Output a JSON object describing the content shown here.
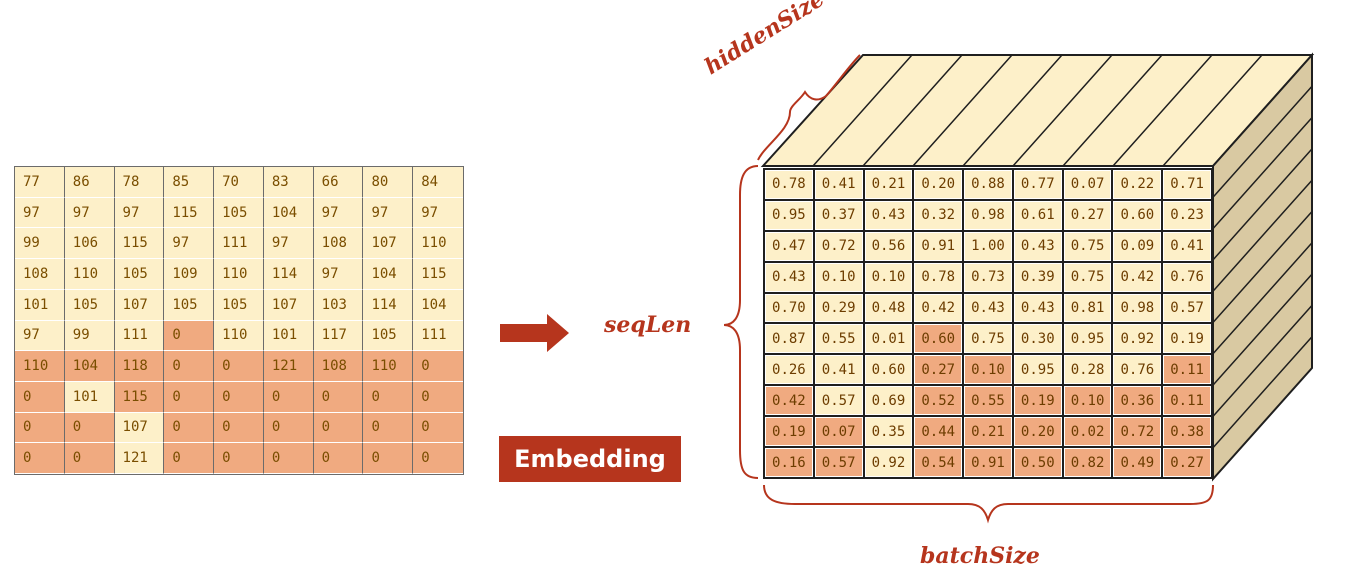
{
  "input_grid": {
    "rows": [
      [
        "77",
        "86",
        "78",
        "85",
        "70",
        "83",
        "66",
        "80",
        "84"
      ],
      [
        "97",
        "97",
        "97",
        "115",
        "105",
        "104",
        "97",
        "97",
        "97"
      ],
      [
        "99",
        "106",
        "115",
        "97",
        "111",
        "97",
        "108",
        "107",
        "110"
      ],
      [
        "108",
        "110",
        "105",
        "109",
        "110",
        "114",
        "97",
        "104",
        "115"
      ],
      [
        "101",
        "105",
        "107",
        "105",
        "105",
        "107",
        "103",
        "114",
        "104"
      ],
      [
        "97",
        "99",
        "111",
        "0",
        "110",
        "101",
        "117",
        "105",
        "111"
      ],
      [
        "110",
        "104",
        "118",
        "0",
        "0",
        "121",
        "108",
        "110",
        "0"
      ],
      [
        "0",
        "101",
        "115",
        "0",
        "0",
        "0",
        "0",
        "0",
        "0"
      ],
      [
        "0",
        "0",
        "107",
        "0",
        "0",
        "0",
        "0",
        "0",
        "0"
      ],
      [
        "0",
        "0",
        "121",
        "0",
        "0",
        "0",
        "0",
        "0",
        "0"
      ]
    ],
    "padding_mask": [
      [
        0,
        0,
        0,
        0,
        0,
        0,
        0,
        0,
        0
      ],
      [
        0,
        0,
        0,
        0,
        0,
        0,
        0,
        0,
        0
      ],
      [
        0,
        0,
        0,
        0,
        0,
        0,
        0,
        0,
        0
      ],
      [
        0,
        0,
        0,
        0,
        0,
        0,
        0,
        0,
        0
      ],
      [
        0,
        0,
        0,
        0,
        0,
        0,
        0,
        0,
        0
      ],
      [
        0,
        0,
        0,
        1,
        0,
        0,
        0,
        0,
        0
      ],
      [
        1,
        1,
        1,
        1,
        1,
        1,
        1,
        1,
        1
      ],
      [
        1,
        0,
        1,
        1,
        1,
        1,
        1,
        1,
        1
      ],
      [
        1,
        1,
        0,
        1,
        1,
        1,
        1,
        1,
        1
      ],
      [
        1,
        1,
        0,
        1,
        1,
        1,
        1,
        1,
        1
      ]
    ]
  },
  "embedding_tensor": {
    "front_face": [
      [
        "0.78",
        "0.41",
        "0.21",
        "0.20",
        "0.88",
        "0.77",
        "0.07",
        "0.22",
        "0.71"
      ],
      [
        "0.95",
        "0.37",
        "0.43",
        "0.32",
        "0.98",
        "0.61",
        "0.27",
        "0.60",
        "0.23"
      ],
      [
        "0.47",
        "0.72",
        "0.56",
        "0.91",
        "1.00",
        "0.43",
        "0.75",
        "0.09",
        "0.41"
      ],
      [
        "0.43",
        "0.10",
        "0.10",
        "0.78",
        "0.73",
        "0.39",
        "0.75",
        "0.42",
        "0.76"
      ],
      [
        "0.70",
        "0.29",
        "0.48",
        "0.42",
        "0.43",
        "0.43",
        "0.81",
        "0.98",
        "0.57"
      ],
      [
        "0.87",
        "0.55",
        "0.01",
        "0.60",
        "0.75",
        "0.30",
        "0.95",
        "0.92",
        "0.19"
      ],
      [
        "0.26",
        "0.41",
        "0.60",
        "0.27",
        "0.10",
        "0.95",
        "0.28",
        "0.76",
        "0.11"
      ],
      [
        "0.42",
        "0.57",
        "0.69",
        "0.52",
        "0.55",
        "0.19",
        "0.10",
        "0.36",
        "0.11"
      ],
      [
        "0.19",
        "0.07",
        "0.35",
        "0.44",
        "0.21",
        "0.20",
        "0.02",
        "0.72",
        "0.38"
      ],
      [
        "0.16",
        "0.57",
        "0.92",
        "0.54",
        "0.91",
        "0.50",
        "0.82",
        "0.49",
        "0.27"
      ]
    ],
    "highlight_mask": [
      [
        0,
        0,
        0,
        0,
        0,
        0,
        0,
        0,
        0
      ],
      [
        0,
        0,
        0,
        0,
        0,
        0,
        0,
        0,
        0
      ],
      [
        0,
        0,
        0,
        0,
        0,
        0,
        0,
        0,
        0
      ],
      [
        0,
        0,
        0,
        0,
        0,
        0,
        0,
        0,
        0
      ],
      [
        0,
        0,
        0,
        0,
        0,
        0,
        0,
        0,
        0
      ],
      [
        0,
        0,
        0,
        1,
        0,
        0,
        0,
        0,
        0
      ],
      [
        0,
        0,
        0,
        1,
        1,
        0,
        0,
        0,
        1
      ],
      [
        1,
        0,
        0,
        1,
        1,
        1,
        1,
        1,
        1
      ],
      [
        1,
        1,
        0,
        1,
        1,
        1,
        1,
        1,
        1
      ],
      [
        1,
        1,
        0,
        1,
        1,
        1,
        1,
        1,
        1
      ]
    ]
  },
  "labels": {
    "embedding": "Embedding",
    "seqLen": "seqLen",
    "batchSize": "batchSize",
    "hiddenSize": "hiddenSize"
  },
  "colors": {
    "light_cell": "#fdf0c9",
    "pad_cell": "#f0aa80",
    "accent": "#b6351d",
    "top_face": "#fdf0c9",
    "side_face": "#d9c9a2"
  }
}
